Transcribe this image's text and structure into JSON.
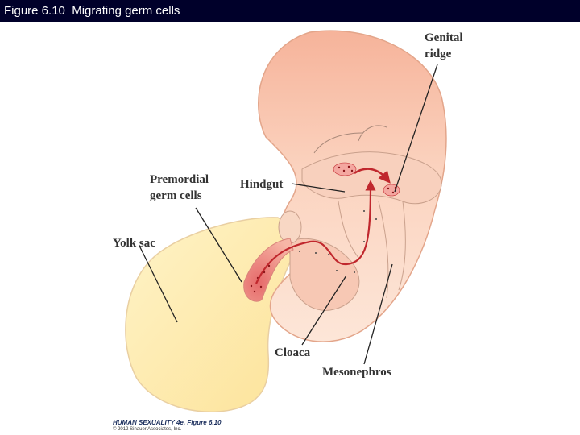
{
  "header": {
    "title": "Figure 6.10  Migrating germ cells"
  },
  "labels": {
    "genital_ridge": [
      "Genital",
      "ridge"
    ],
    "premordial_germ_cells": [
      "Premordial",
      "germ cells"
    ],
    "hindgut": "Hindgut",
    "yolk_sac": "Yolk sac",
    "cloaca": "Cloaca",
    "mesonephros": "Mesonephros"
  },
  "caption": {
    "line1": "HUMAN SEXUALITY 4e, Figure 6.10",
    "line2": "© 2012 Sinauer Associates, Inc."
  },
  "colors": {
    "title_bar": "#00002a",
    "embryo": "#f2a386",
    "yolk_sac": "#fde9a8",
    "germ_cells": "#c0272d"
  }
}
